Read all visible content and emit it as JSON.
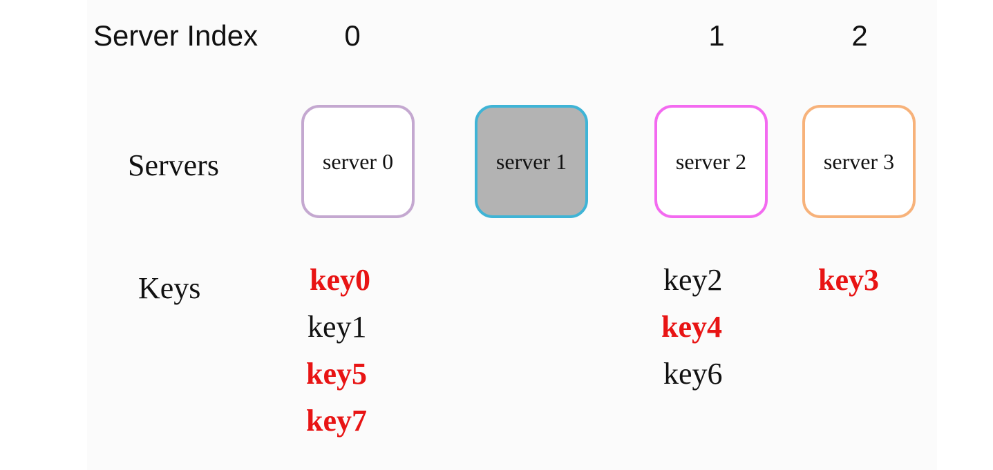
{
  "labels": {
    "server_index": "Server Index",
    "servers": "Servers",
    "keys": "Keys"
  },
  "server_indices": [
    "0",
    "1",
    "2"
  ],
  "servers": [
    {
      "label": "server 0",
      "border": "#c4a8d0",
      "fill": "#ffffff",
      "removed": false
    },
    {
      "label": "server 1",
      "border": "#3fb4d6",
      "fill": "#b3b3b3",
      "removed": true
    },
    {
      "label": "server 2",
      "border": "#f36af0",
      "fill": "#ffffff",
      "removed": false
    },
    {
      "label": "server 3",
      "border": "#f7b27a",
      "fill": "#ffffff",
      "removed": false
    }
  ],
  "keys": {
    "server0": [
      {
        "text": "key0",
        "moved": true
      },
      {
        "text": "key1",
        "moved": false
      },
      {
        "text": "key5",
        "moved": true
      },
      {
        "text": "key7",
        "moved": true
      }
    ],
    "server2": [
      {
        "text": "key2",
        "moved": false
      },
      {
        "text": "key4",
        "moved": true
      },
      {
        "text": "key6",
        "moved": false
      }
    ],
    "server3": [
      {
        "text": "key3",
        "moved": true
      }
    ]
  },
  "colors": {
    "moved_key": "#e81414",
    "normal_key": "#111111",
    "background": "#fbfbfb"
  }
}
